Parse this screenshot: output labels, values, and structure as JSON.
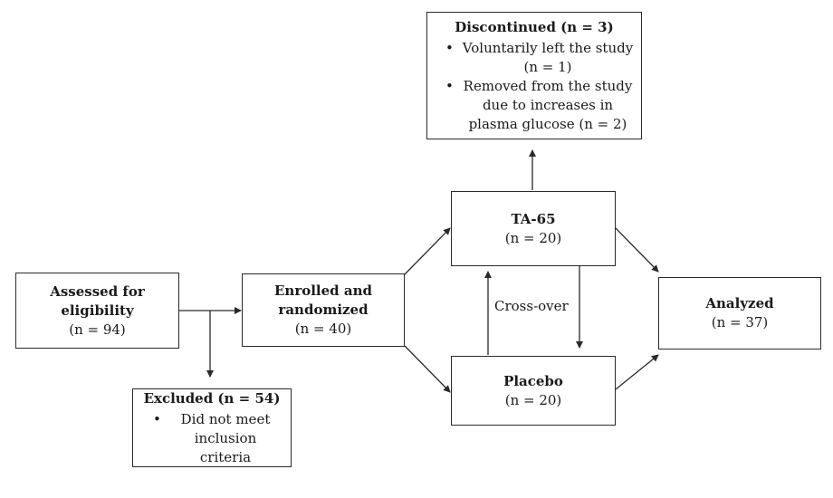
{
  "assessed": {
    "title": "Assessed for eligibility",
    "count": "(n = 94)"
  },
  "excluded": {
    "title": "Excluded (n = 54)",
    "items": [
      "Did not meet inclusion criteria"
    ]
  },
  "enrolled": {
    "title": "Enrolled and randomized",
    "count": "(n = 40)"
  },
  "ta65": {
    "title": "TA-65",
    "count": "(n = 20)"
  },
  "placebo": {
    "title": "Placebo",
    "count": "(n = 20)"
  },
  "crossover": {
    "label": "Cross-over"
  },
  "discontinued": {
    "title": "Discontinued (n = 3)",
    "items": [
      "Voluntarily left the study (n = 1)",
      "Removed from the study due to increases in plasma glucose (n = 2)"
    ]
  },
  "analyzed": {
    "title": "Analyzed",
    "count": "(n = 37)"
  },
  "colors": {
    "line": "#2a2a2a",
    "box_border": "#2a2a2a",
    "text": "#1a1a1a"
  }
}
